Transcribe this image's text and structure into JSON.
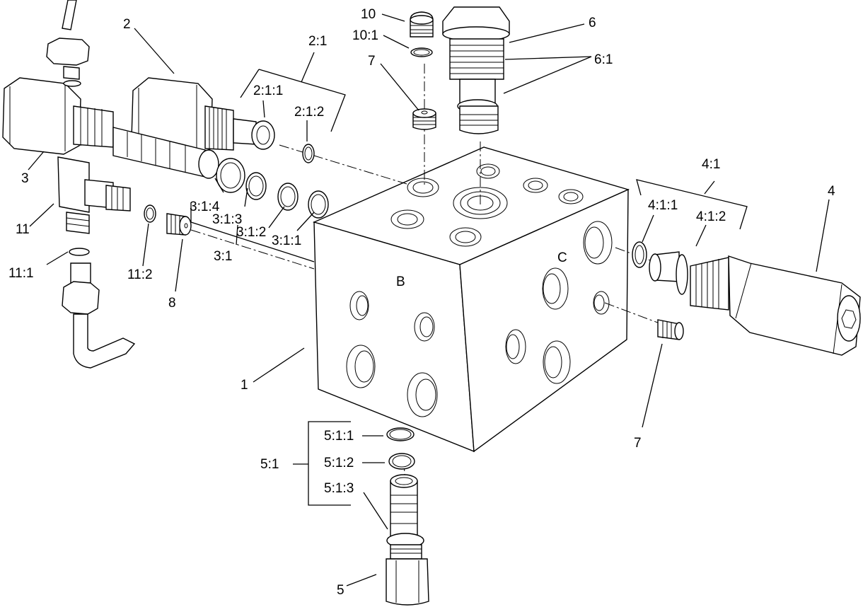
{
  "diagram": {
    "callouts": [
      {
        "id": "p1",
        "text": "1"
      },
      {
        "id": "p2",
        "text": "2"
      },
      {
        "id": "p2_1",
        "text": "2:1"
      },
      {
        "id": "p2_1_1",
        "text": "2:1:1"
      },
      {
        "id": "p2_1_2",
        "text": "2:1:2"
      },
      {
        "id": "p3",
        "text": "3"
      },
      {
        "id": "p3_1",
        "text": "3:1"
      },
      {
        "id": "p3_1_1",
        "text": "3:1:1"
      },
      {
        "id": "p3_1_2",
        "text": "3:1:2"
      },
      {
        "id": "p3_1_3",
        "text": "3:1:3"
      },
      {
        "id": "p3_1_4",
        "text": "3:1:4"
      },
      {
        "id": "p4",
        "text": "4"
      },
      {
        "id": "p4_1",
        "text": "4:1"
      },
      {
        "id": "p4_1_1",
        "text": "4:1:1"
      },
      {
        "id": "p4_1_2",
        "text": "4:1:2"
      },
      {
        "id": "p5",
        "text": "5"
      },
      {
        "id": "p5_1",
        "text": "5:1"
      },
      {
        "id": "p5_1_1",
        "text": "5:1:1"
      },
      {
        "id": "p5_1_2",
        "text": "5:1:2"
      },
      {
        "id": "p5_1_3",
        "text": "5:1:3"
      },
      {
        "id": "p6",
        "text": "6"
      },
      {
        "id": "p6_1",
        "text": "6:1"
      },
      {
        "id": "p7a",
        "text": "7"
      },
      {
        "id": "p7b",
        "text": "7"
      },
      {
        "id": "p8",
        "text": "8"
      },
      {
        "id": "p10",
        "text": "10"
      },
      {
        "id": "p10_1",
        "text": "10:1"
      },
      {
        "id": "p11",
        "text": "11"
      },
      {
        "id": "p11_1",
        "text": "11:1"
      },
      {
        "id": "p11_2",
        "text": "11:2"
      }
    ],
    "face_labels": {
      "b": "B",
      "c": "C"
    }
  }
}
